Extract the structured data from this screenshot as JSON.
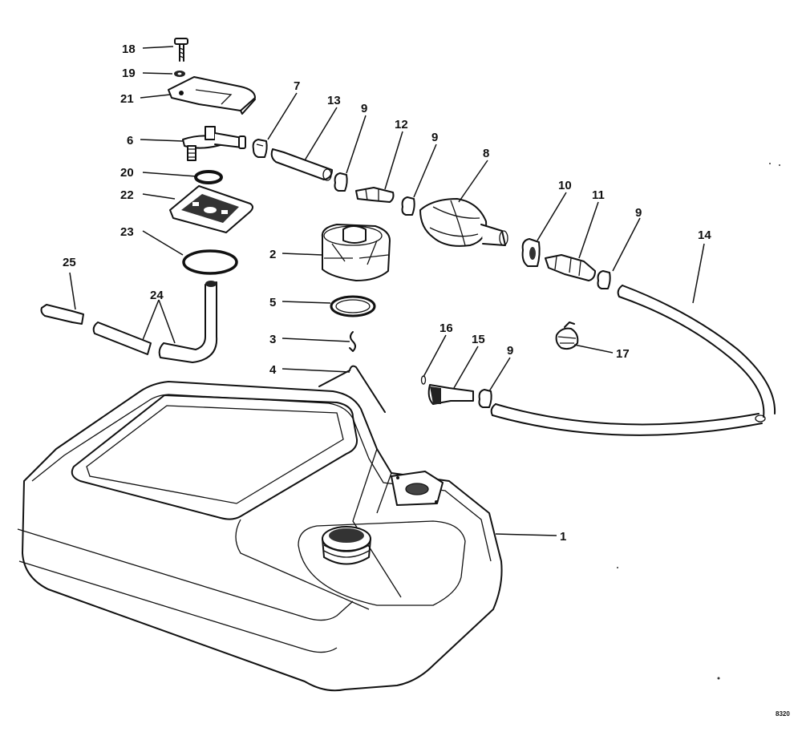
{
  "figure_number": "8320",
  "callouts": [
    "1",
    "2",
    "3",
    "4",
    "5",
    "6",
    "7",
    "8",
    "9",
    "10",
    "11",
    "12",
    "13",
    "14",
    "15",
    "16",
    "17",
    "18",
    "19",
    "20",
    "21",
    "22",
    "23",
    "24",
    "25"
  ]
}
